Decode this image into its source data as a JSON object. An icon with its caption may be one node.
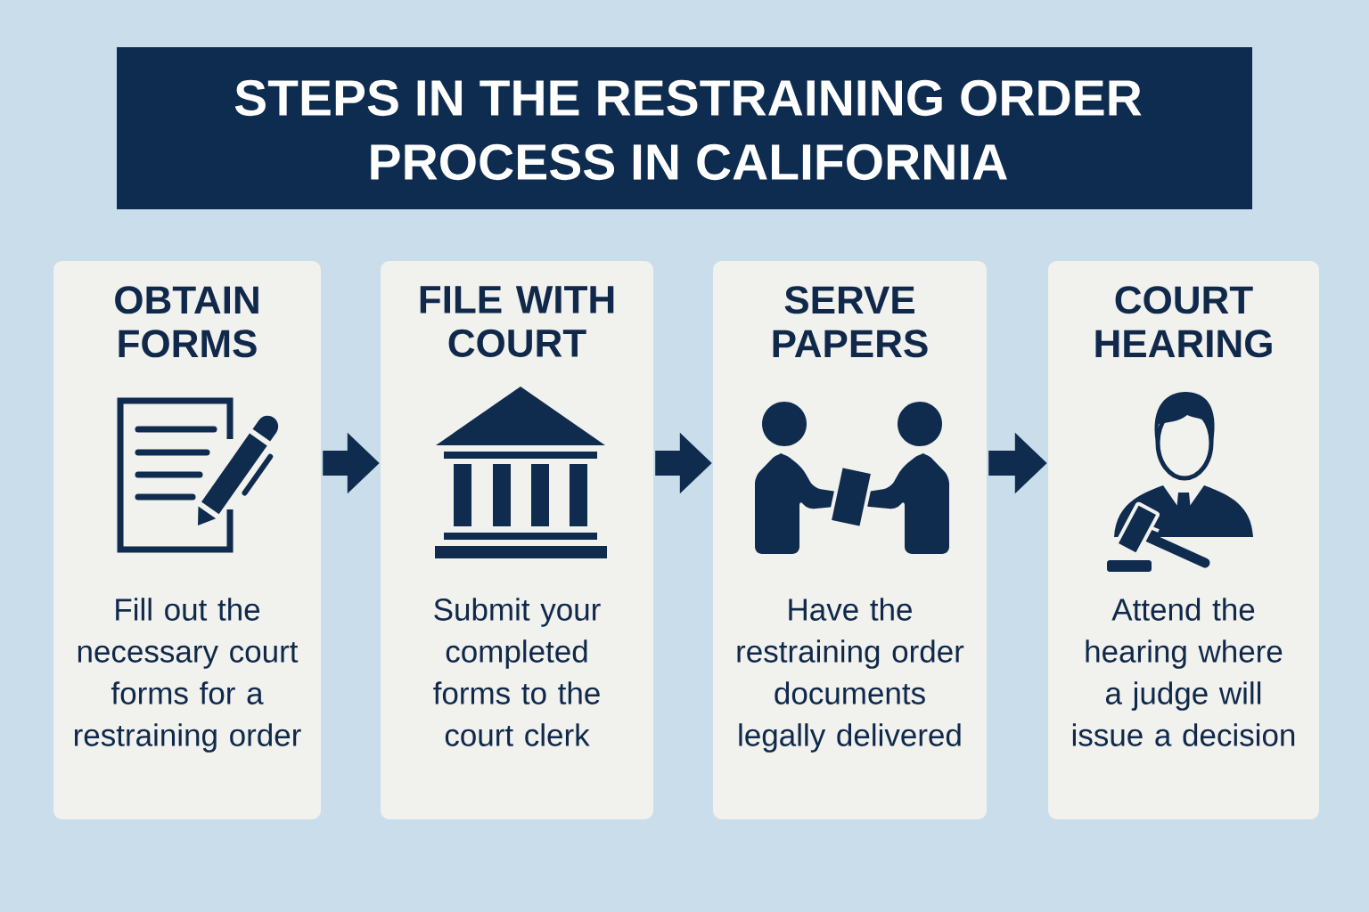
{
  "diagram": {
    "title": "STEPS IN THE RESTRAINING ORDER PROCESS IN CALIFORNIA",
    "nodes": [
      {
        "text": [
          "OBTAIN FORMS",
          "Fill out the necessary court forms for a restraining order"
        ]
      },
      {
        "text": [
          "FILE WITH COURT",
          "Submit your completed forms to the court clerk"
        ]
      },
      {
        "text": [
          "SERVE PAPERS",
          "Have the restraining order documents legally delivered"
        ]
      },
      {
        "text": [
          "COURT HEARING",
          "Attend the hearing where a judge will issue a decision"
        ]
      }
    ],
    "edges": [
      {
        "from": 0,
        "to": 1,
        "arrow": "to"
      },
      {
        "from": 1,
        "to": 2,
        "arrow": "to"
      },
      {
        "from": 2,
        "to": 3,
        "arrow": "to"
      }
    ]
  }
}
